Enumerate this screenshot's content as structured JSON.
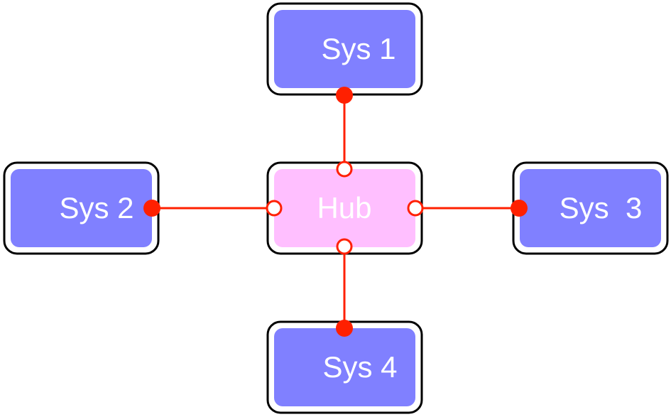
{
  "colors": {
    "system_fill": "#8080ff",
    "hub_fill": "#ffbfff",
    "connector": "#ff2000",
    "frame_stroke": "#000000"
  },
  "nodes": {
    "hub": {
      "label": "Hub"
    },
    "sys1": {
      "label": "Sys 1"
    },
    "sys2": {
      "label": "Sys 2"
    },
    "sys3": {
      "label": "Sys  3"
    },
    "sys4": {
      "label": "Sys 4"
    }
  },
  "edges": [
    {
      "from": "hub",
      "to": "sys1",
      "hub_end": "open-circle",
      "system_end": "filled-circle"
    },
    {
      "from": "hub",
      "to": "sys2",
      "hub_end": "open-circle",
      "system_end": "filled-circle"
    },
    {
      "from": "hub",
      "to": "sys3",
      "hub_end": "open-circle",
      "system_end": "filled-circle"
    },
    {
      "from": "hub",
      "to": "sys4",
      "hub_end": "open-circle",
      "system_end": "filled-circle"
    }
  ]
}
